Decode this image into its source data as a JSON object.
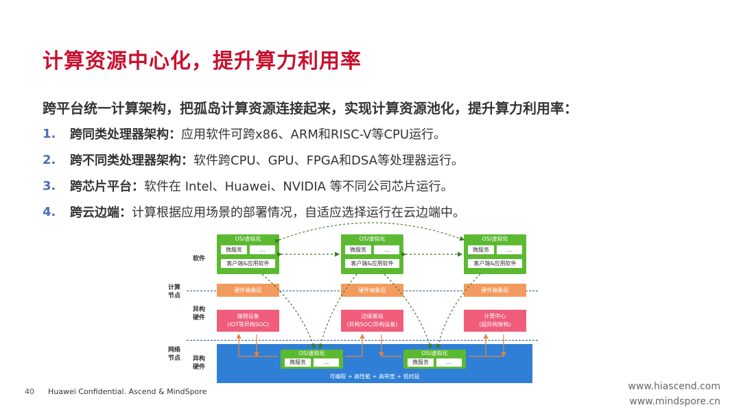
{
  "title": "计算资源中心化，提升算力利用率",
  "lead": "跨平台统一计算架构，把孤岛计算资源连接起来，实现计算资源池化，提升算力利用率：",
  "items": [
    {
      "num": "1.",
      "head": "跨同类处理器架构：",
      "body": "应用软件可跨x86、ARM和RISC-V等CPU运行。"
    },
    {
      "num": "2.",
      "head": "跨不同类处理器架构：",
      "body": "软件跨CPU、GPU、FPGA和DSA等处理器运行。"
    },
    {
      "num": "3.",
      "head": "跨芯片平台：",
      "body": "软件在 Intel、Huawei、NVIDIA 等不同公司芯片运行。"
    },
    {
      "num": "4.",
      "head": "跨云边端：",
      "body": "计算根据应用场景的部署情况，自适应选择运行在云边端中。"
    }
  ],
  "diagram": {
    "side_labels": {
      "software": "软件",
      "compute_l1": "计算",
      "compute_l2": "节点",
      "hetero_l1": "异构",
      "hetero_l2": "硬件",
      "network_l1": "网络",
      "network_l2": "节点",
      "hetero2_l1": "异构",
      "hetero2_l2": "硬件"
    },
    "os_label": "OS/虚拟化",
    "micro_label": "微服务",
    "dots_label": "…",
    "client_label": "客户端&应用软件",
    "hal_label": "硬件抽象层",
    "hw_nodes": [
      {
        "l1": "端侧设备",
        "l2": "(IOT等异构SOC)"
      },
      {
        "l1": "边缘基站",
        "l2": "(异构SOC/异构设备)"
      },
      {
        "l1": "计算中心",
        "l2": "(超异构架构)"
      }
    ],
    "network_caption": "可编程 + 高性能 + 高带宽 + 低时延",
    "colors": {
      "green": "#5cb932",
      "orange": "#f39b5e",
      "pink": "#ef5d7a",
      "blue": "#2f7fd6",
      "dash": "#1f4e9a",
      "title_red": "#c8102e"
    }
  },
  "footer": {
    "page": "40",
    "text": "Huawei Confidential. Ascend & MindSpore",
    "url1": "www.hiascend.com",
    "url2": "www.mindspore.cn"
  }
}
